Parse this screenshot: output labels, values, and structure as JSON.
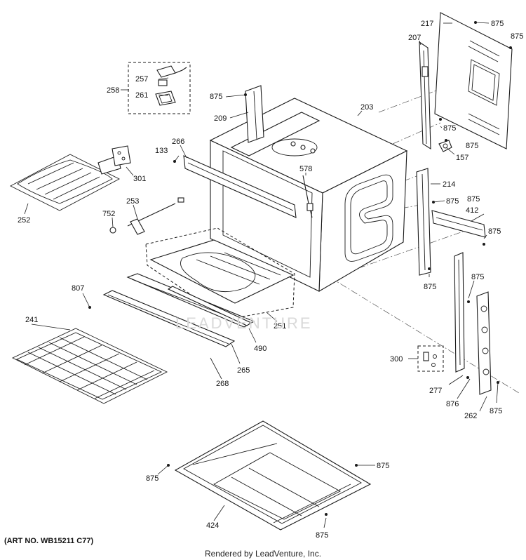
{
  "watermark": "LEADVENTURE",
  "art_number": "(ART NO. WB15211 C77)",
  "credit": "Rendered by LeadVenture, Inc.",
  "callouts": {
    "c217": "217",
    "c875_a": "875",
    "c875_b": "875",
    "c207": "207",
    "c257": "257",
    "c258": "258",
    "c261": "261",
    "c875_c": "875",
    "c209": "209",
    "c203": "203",
    "c875_d": "875",
    "c875_e": "875",
    "c157": "157",
    "c266": "266",
    "c133": "133",
    "c578": "578",
    "c214": "214",
    "c301": "301",
    "c252": "252",
    "c253": "253",
    "c752": "752",
    "c875_f": "875",
    "c412": "412",
    "c875_g": "875",
    "c875_h": "875",
    "c875_i": "875",
    "c807": "807",
    "c251": "251",
    "c241": "241",
    "c490": "490",
    "c265": "265",
    "c268": "268",
    "c300": "300",
    "c277": "277",
    "c876": "876",
    "c262": "262",
    "c875_j": "875",
    "c875_k": "875",
    "c875_l": "875",
    "c424": "424",
    "c875_m": "875"
  }
}
